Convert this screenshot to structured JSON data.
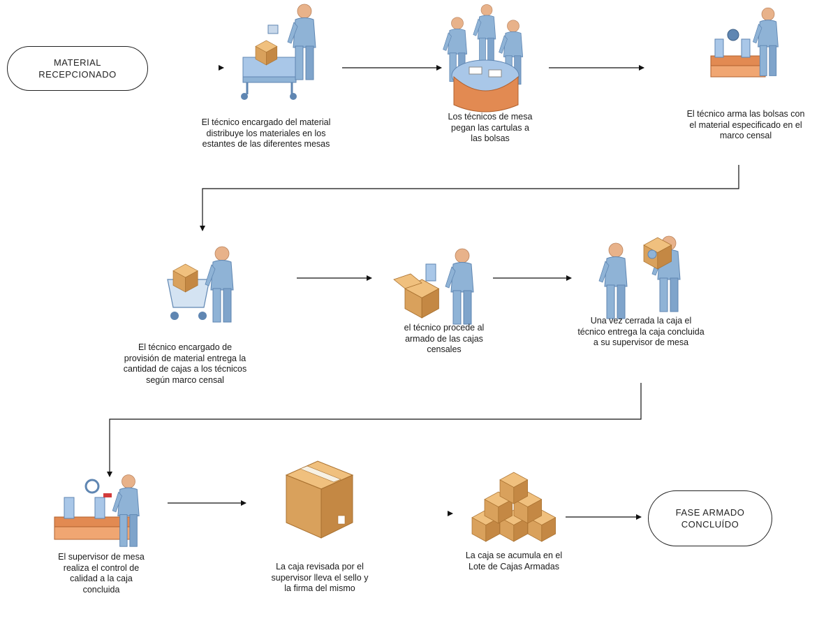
{
  "start_terminal": "MATERIAL\nRECEPCIONADO",
  "end_terminal": "FASE ARMADO\nCONCLUÍDO",
  "steps": [
    {
      "icon": "technician-cart-icon",
      "caption": "El técnico encargado  del material\ndistribuye  los materiales en los\nestantes de las diferentes mesas"
    },
    {
      "icon": "technicians-at-table-icon",
      "caption": "Los técnicos de mesa\npegan las cartulas a\nlas bolsas"
    },
    {
      "icon": "technician-conveyor-icon",
      "caption": "El técnico arma las bolsas con\nel material especificado en el\nmarco censal"
    },
    {
      "icon": "technician-shopping-cart-icon",
      "caption": "El técnico encargado de\nprovisión de material entrega la\ncantidad de cajas a los técnicos\nsegún marco censal"
    },
    {
      "icon": "technician-open-box-icon",
      "caption": "el técnico procede al\narmado de las cajas\ncensales"
    },
    {
      "icon": "technicians-handoff-box-icon",
      "caption": "Una vez cerrada la caja el\ntécnico entrega la caja concluida\na su supervisor de mesa"
    },
    {
      "icon": "supervisor-quality-check-icon",
      "caption": "El supervisor de mesa\nrealiza el control de\ncalidad a la caja\nconcluida"
    },
    {
      "icon": "sealed-box-icon",
      "caption": "La caja revisada por el\nsupervisor lleva el sello y\nla firma del mismo"
    },
    {
      "icon": "stacked-boxes-icon",
      "caption": "La caja se acumula en el\nLote de Cajas Armadas"
    }
  ],
  "colors": {
    "figure": "#8fb3d6",
    "figure_dark": "#5f86b2",
    "skin": "#e8b28a",
    "box": "#d9a15c",
    "box_dark": "#a8702f",
    "table": "#e28a52",
    "line": "#111111"
  }
}
